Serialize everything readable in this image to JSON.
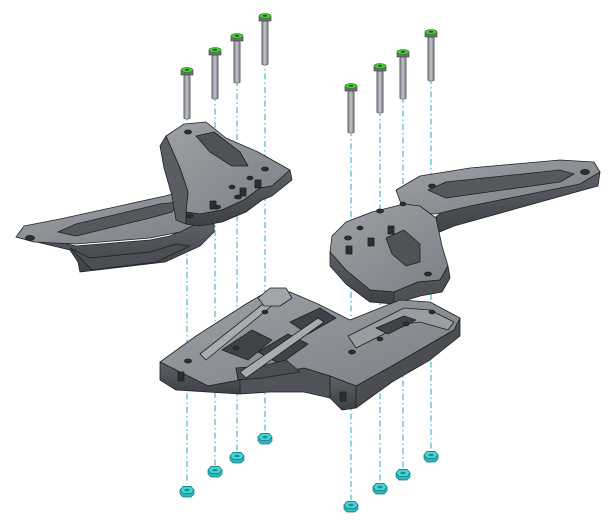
{
  "diagram": {
    "type": "exploded-assembly-view",
    "background": "#ffffff",
    "colors": {
      "part_face_light": "#8e9196",
      "part_face_mid": "#6c7076",
      "part_face_dark": "#45484d",
      "part_edge": "#1f2124",
      "screw_shank": "#9a9da2",
      "screw_head": "#4cd137",
      "nut": "#42d7d9",
      "centerline": "#2aa7c9"
    },
    "components": [
      {
        "name": "left-bracket",
        "kind": "plate",
        "count": 1
      },
      {
        "name": "right-bracket",
        "kind": "plate",
        "count": 1
      },
      {
        "name": "base-mount",
        "kind": "block",
        "count": 1
      },
      {
        "name": "left-screws",
        "kind": "screw",
        "count": 4
      },
      {
        "name": "right-screws",
        "kind": "screw",
        "count": 4
      },
      {
        "name": "left-nuts",
        "kind": "hex-nut",
        "count": 4
      },
      {
        "name": "right-nuts",
        "kind": "hex-nut",
        "count": 4
      }
    ],
    "labels": []
  }
}
